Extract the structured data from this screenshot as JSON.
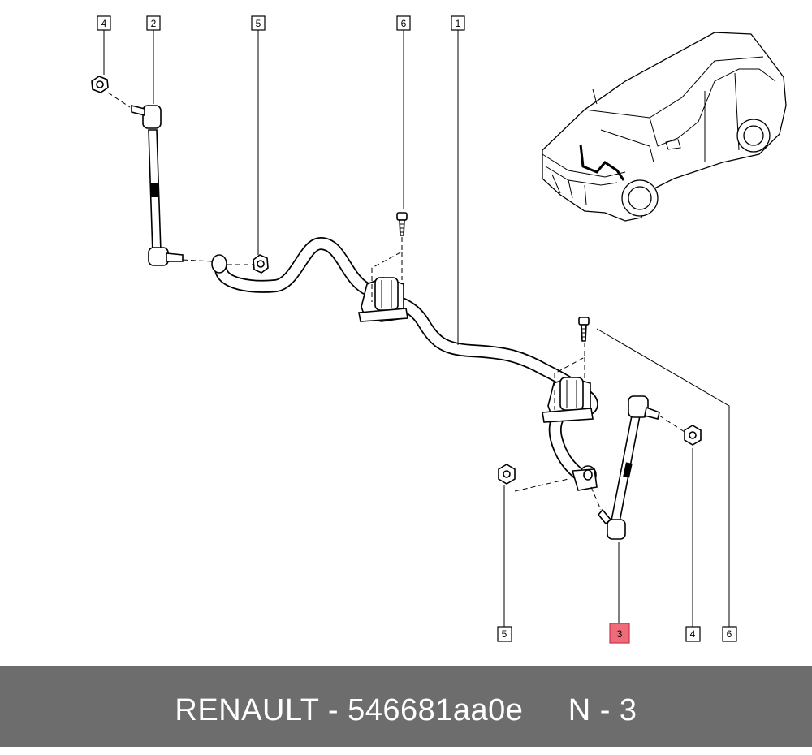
{
  "callouts": [
    {
      "id": "c4a",
      "label": "4",
      "highlight": false
    },
    {
      "id": "c2",
      "label": "2",
      "highlight": false
    },
    {
      "id": "c5a",
      "label": "5",
      "highlight": false
    },
    {
      "id": "c6a",
      "label": "6",
      "highlight": false
    },
    {
      "id": "c1",
      "label": "1",
      "highlight": false
    },
    {
      "id": "c5b",
      "label": "5",
      "highlight": false
    },
    {
      "id": "c3",
      "label": "3",
      "highlight": true
    },
    {
      "id": "c4b",
      "label": "4",
      "highlight": false
    },
    {
      "id": "c6b",
      "label": "6",
      "highlight": false
    }
  ],
  "footer": {
    "brand": "RENAULT",
    "separator": " - ",
    "part_number": "546681aa0e",
    "gap": "     ",
    "position": "N - 3"
  },
  "colors": {
    "footer_bg": "#6d6d6d",
    "highlight": "#f06b7a"
  }
}
